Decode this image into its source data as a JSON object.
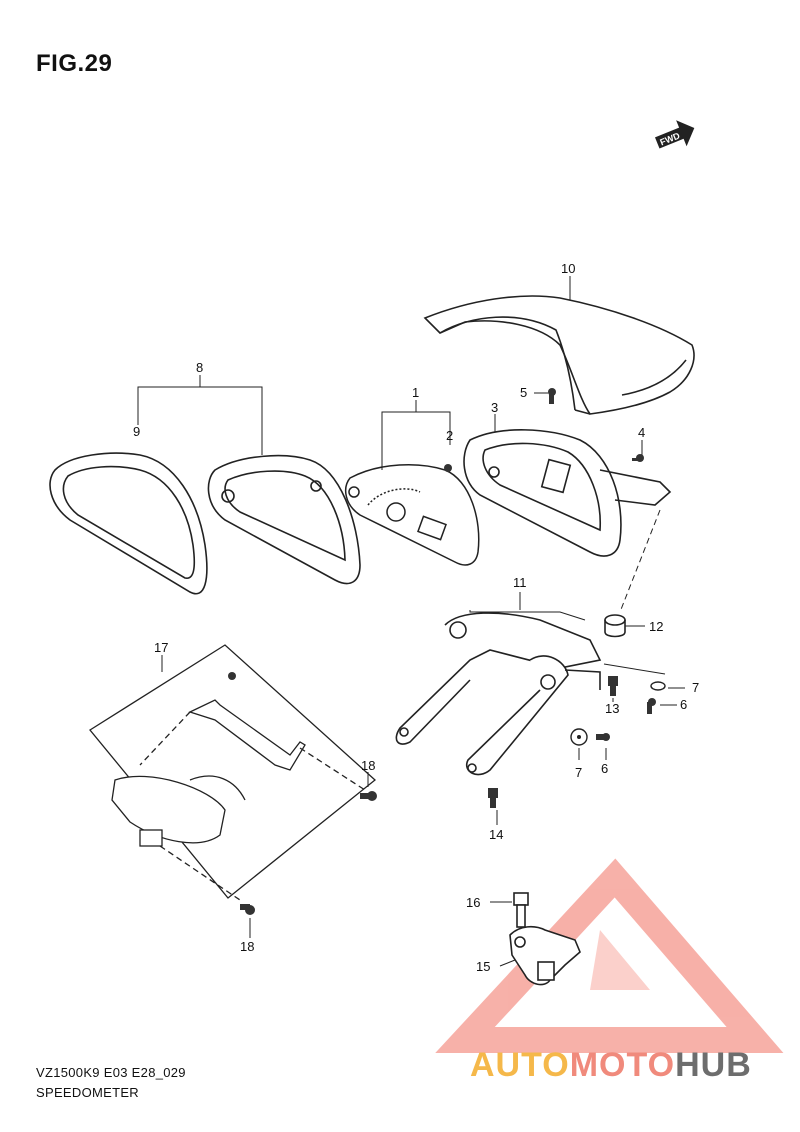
{
  "figure_title": "FIG.29",
  "footer": {
    "model_code": "VZ1500K9 E03 E28_029",
    "section_name": "SPEEDOMETER"
  },
  "watermark": {
    "part1": "AUTO",
    "part2": "MOTO",
    "part3": "HUB",
    "colors": {
      "auto": "#f5b84a",
      "moto": "#f08a7c",
      "hub": "#6d6d6d",
      "triangle": "#f6a39a"
    }
  },
  "direction_badge": "FWD",
  "callouts": [
    "1",
    "2",
    "3",
    "4",
    "5",
    "6",
    "6",
    "7",
    "7",
    "8",
    "9",
    "10",
    "11",
    "12",
    "13",
    "14",
    "15",
    "16",
    "17",
    "18",
    "18"
  ]
}
